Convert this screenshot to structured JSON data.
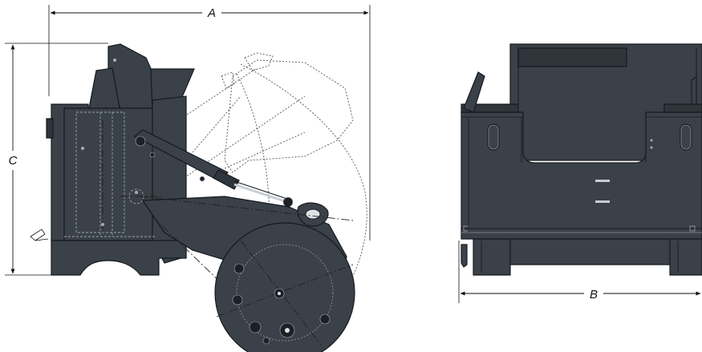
{
  "diagram": {
    "dimension_labels": {
      "overall_length": "A",
      "overall_width": "B",
      "overall_height": "C"
    },
    "colors": {
      "body": "#3a4148",
      "outline": "#151a1e",
      "hidden_line": "#9aa2a8",
      "dimension_line": "#111111"
    }
  }
}
